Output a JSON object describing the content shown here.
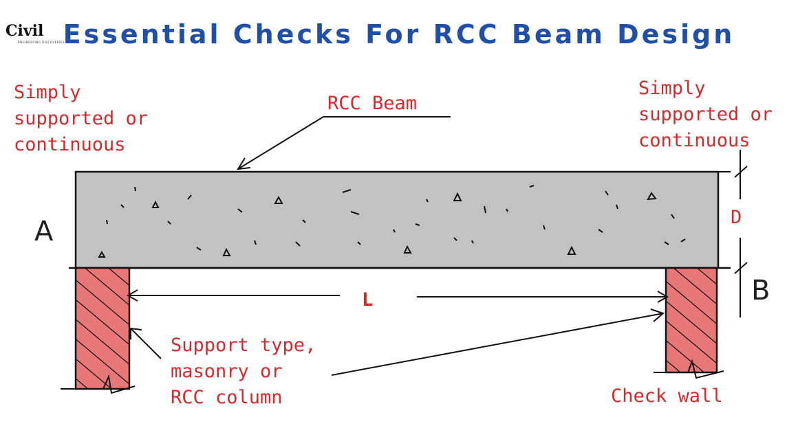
{
  "title": "Essential Checks For RCC Beam Design",
  "logo": {
    "main": "Civil",
    "sub": "ENGINEERING DISCOVERIES"
  },
  "labels": {
    "left_support": "Simply\nsupported or\ncontinuous",
    "right_support": "Simply\nsupported or\ncontinuous",
    "beam": "RCC Beam",
    "span": "L",
    "depth": "D",
    "end_a": "A",
    "end_b": "B",
    "support_type": "Support type,\nmasonry or\nRCC column",
    "check_wall": "Check wall"
  },
  "colors": {
    "title": "#1f4fa8",
    "annotation": "#d8282a",
    "beam_fill": "#c2c2c2",
    "support_fill": "#e87878",
    "line": "#111111"
  }
}
